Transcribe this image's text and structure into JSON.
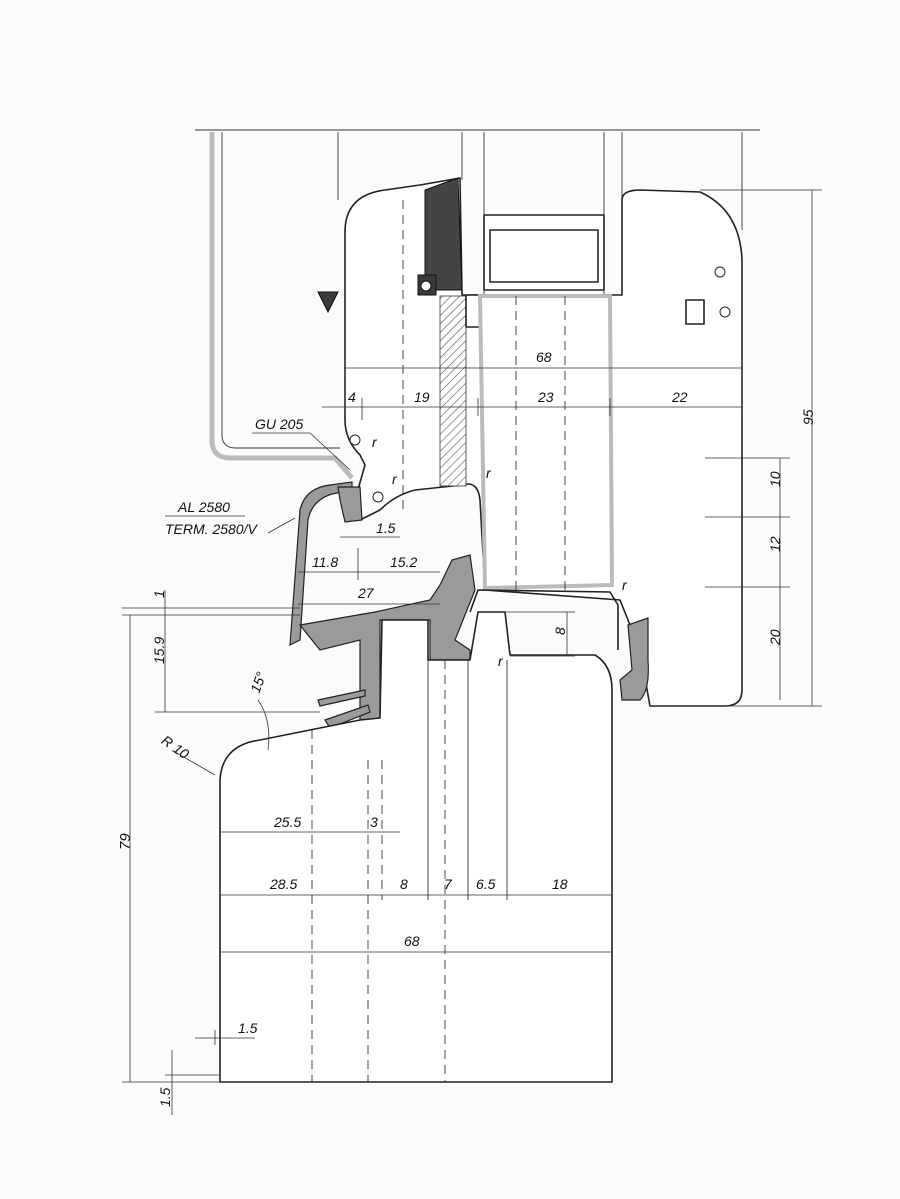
{
  "drawing": {
    "labels": {
      "gu205": "GU 205",
      "al2580": "AL 2580",
      "term2580": "TERM. 2580/V",
      "r10": "R 10",
      "angle15": "15°",
      "gasket_mark": "r"
    },
    "dimensions": {
      "upper_68": "68",
      "d4": "4",
      "d19": "19",
      "d23": "23",
      "d22": "22",
      "d95": "95",
      "d10": "10",
      "d12": "12",
      "d20": "20",
      "d1_5_gasket": "1.5",
      "d11_8": "11.8",
      "d15_2": "15.2",
      "d27": "27",
      "d8_right": "8",
      "d1": "1",
      "d15_9": "15.9",
      "d25_5": "25.5",
      "d3": "3",
      "d28_5": "28.5",
      "d8": "8",
      "d7": "7",
      "d6_5": "6.5",
      "d18": "18",
      "lower_68": "68",
      "d79": "79",
      "d1_5_bottom": "1.5",
      "d1_5_left": "1.5"
    }
  }
}
